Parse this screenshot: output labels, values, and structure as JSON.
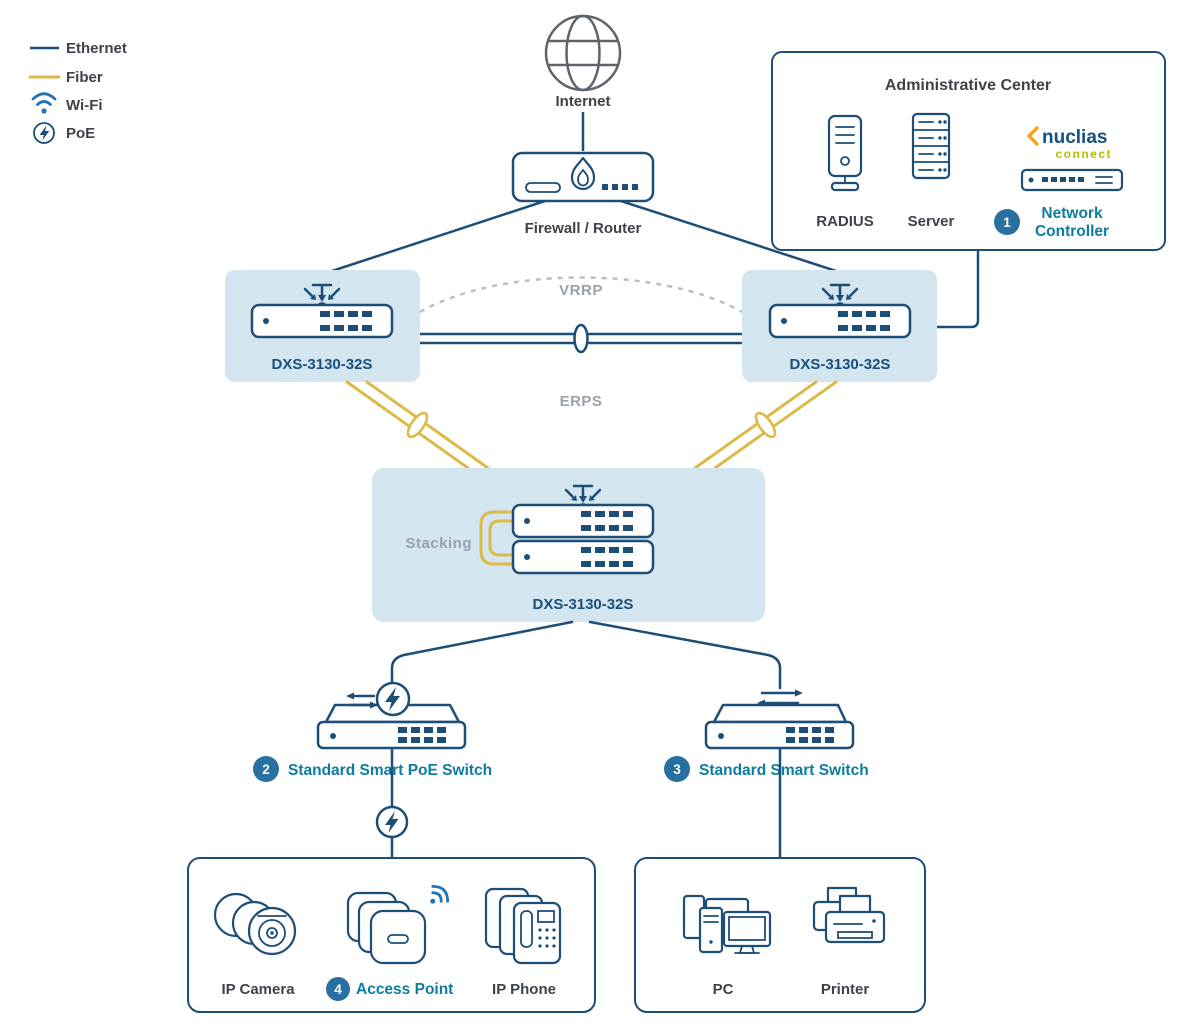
{
  "colors": {
    "navy": "#1d4e78",
    "teal_label": "#0d7c9e",
    "fiber_gold": "#dcba4a",
    "panel_light_blue": "#d3e5ee",
    "gray_label": "#9aa1a8",
    "dark_text": "#3d4349",
    "badge_blue": "#27709f",
    "wifi_blue": "#2474b5",
    "nuclias_orange": "#f7a51c",
    "nuclias_green": "#b3be00",
    "globe_gray": "#5d646b"
  },
  "icons": [
    "globe-icon",
    "flame-icon",
    "firewall-router-icon",
    "switch-icon",
    "aggregation-icon",
    "link-aggregation-ring-icon",
    "stacking-cable-icon",
    "lightning-poe-icon",
    "wifi-icon",
    "dome-camera-icon",
    "access-point-icon",
    "ip-phone-icon",
    "desktop-pc-icon",
    "printer-icon",
    "radius-tower-icon",
    "server-rack-icon",
    "network-controller-icon"
  ],
  "legend": {
    "items": [
      {
        "label": "Ethernet"
      },
      {
        "label": "Fiber"
      },
      {
        "label": "Wi-Fi"
      },
      {
        "label": "PoE"
      }
    ]
  },
  "internet": {
    "label": "Internet"
  },
  "firewall": {
    "label": "Firewall / Router"
  },
  "admin_center": {
    "title": "Administrative Center",
    "radius": "RADIUS",
    "server": "Server",
    "badge": "1",
    "controller_line1": "Network",
    "controller_line2": "Controller",
    "logo_brand": "nuclias",
    "logo_sub": "connect"
  },
  "core": {
    "left_switch": "DXS-3130-32S",
    "right_switch": "DXS-3130-32S",
    "vrrp": "VRRP",
    "erps": "ERPS",
    "stacking": "Stacking",
    "stack_switch": "DXS-3130-32S"
  },
  "distribution": {
    "poe_badge": "2",
    "poe_switch": "Standard Smart PoE Switch",
    "smart_badge": "3",
    "smart_switch": "Standard Smart Switch"
  },
  "clients_left": {
    "camera": "IP Camera",
    "ap_badge": "4",
    "access_point": "Access Point",
    "phone": "IP Phone"
  },
  "clients_right": {
    "pc": "PC",
    "printer": "Printer"
  }
}
